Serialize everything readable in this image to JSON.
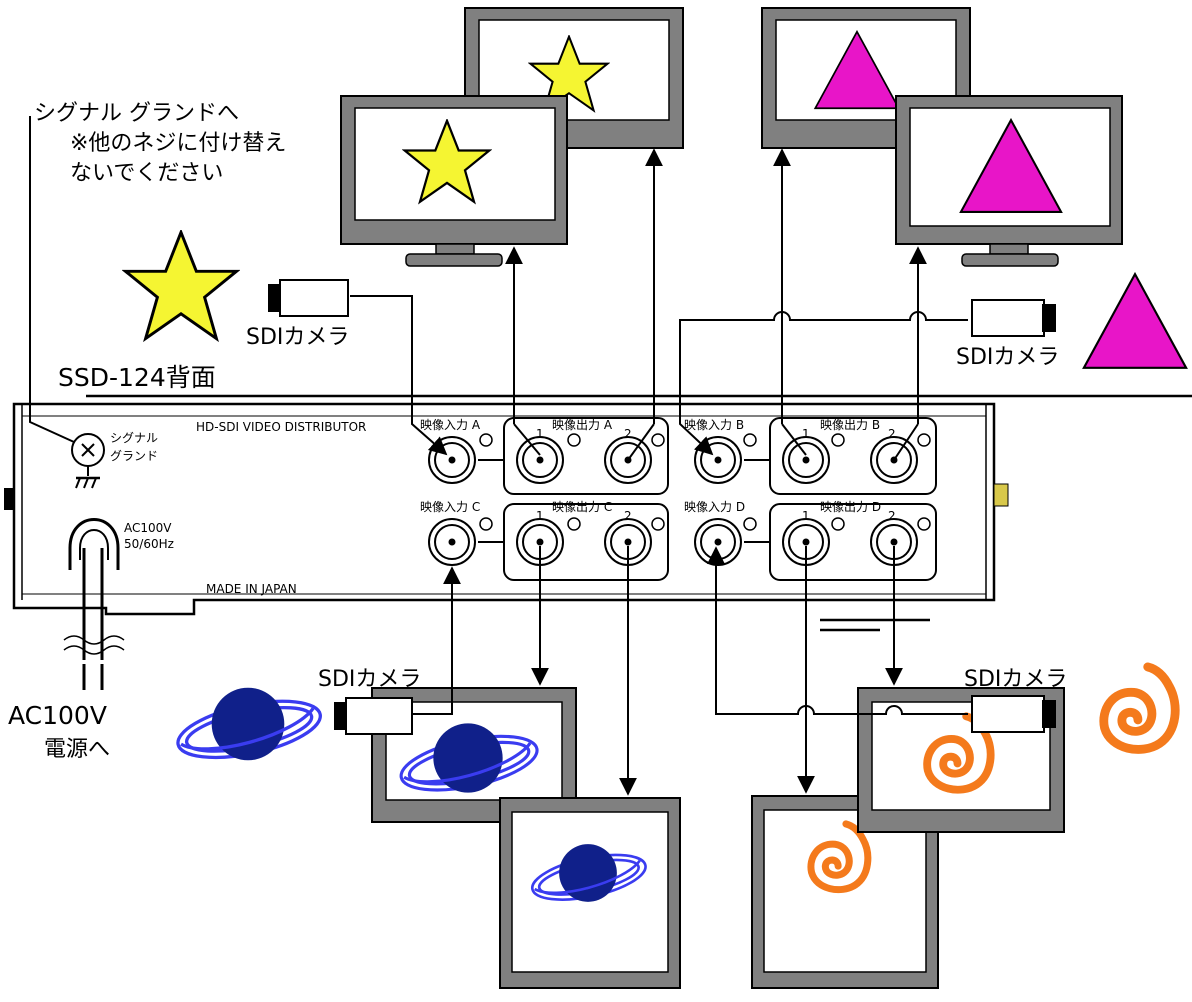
{
  "notes": {
    "ground_line1": "シグナル グランドへ",
    "ground_line2": "※他のネジに付け替え",
    "ground_line3": "ないでください",
    "model": "SSD-124背面",
    "ac_line1": "AC100V",
    "ac_line2": "電源へ"
  },
  "panel": {
    "title": "HD-SDI VIDEO DISTRIBUTOR",
    "ground_label_1": "シグナル",
    "ground_label_2": "グランド",
    "ac_spec_1": "AC100V",
    "ac_spec_2": "50/60Hz",
    "made_in": "MADE IN JAPAN",
    "input_a": "映像入力 A",
    "input_b": "映像入力 B",
    "input_c": "映像入力 C",
    "input_d": "映像入力 D",
    "output_a": "映像出力 A",
    "output_b": "映像出力 B",
    "output_c": "映像出力 C",
    "output_d": "映像出力 D",
    "port_1": "1",
    "port_2": "2"
  },
  "cameras": {
    "label": "SDIカメラ"
  },
  "colors": {
    "star": "#f5f532",
    "triangle": "#e815c8",
    "planet": "#10208a",
    "ring": "#3a3cf0",
    "spiral": "#f47a1c",
    "monitor_frame": "#808080"
  }
}
